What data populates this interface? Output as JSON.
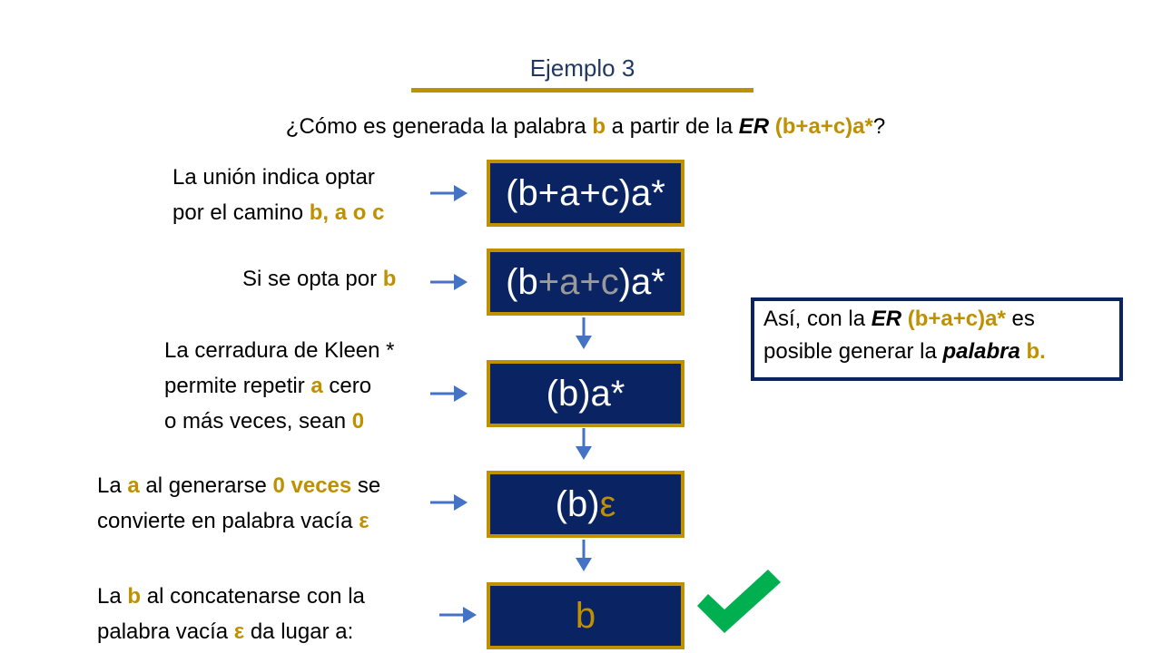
{
  "title": "Ejemplo 3",
  "question": {
    "pre": "¿Cómo es generada la palabra ",
    "word": "b",
    "mid": " a partir de la ",
    "er": "ER",
    "regex": "(b+a+c)a*",
    "end": "?"
  },
  "steps": [
    {
      "desc": {
        "l1": "La unión indica optar",
        "l2a": "por el camino ",
        "l2b": "b, a o c"
      },
      "box": "(b+a+c)a*"
    },
    {
      "desc": {
        "a": "Si se opta por ",
        "b": "b"
      },
      "box": {
        "p1": "(b",
        "p2": "+a+c",
        "p3": ")a*"
      }
    },
    {
      "desc": {
        "l1": "La cerradura de Kleen *",
        "l2a": "permite repetir ",
        "l2b": "a",
        "l2c": " cero",
        "l3a": "o más veces, sean ",
        "l3b": "0"
      },
      "box": "(b)a*"
    },
    {
      "desc": {
        "l1a": "La ",
        "l1b": "a",
        "l1c": " al generarse ",
        "l1d": "0 veces",
        "l1e": " se",
        "l2a": "convierte en palabra vacía ",
        "l2b": "ε"
      },
      "box": {
        "p1": "(b)",
        "p2": "ε"
      }
    },
    {
      "desc": {
        "l1a": "La ",
        "l1b": "b",
        "l1c": " al concatenarse con la",
        "l2a": "palabra vacía ",
        "l2b": "ε",
        "l2c": " da lugar a:"
      },
      "box": "b"
    }
  ],
  "note": {
    "l1a": "Así, con la ",
    "l1b": "ER",
    "l1c": " ",
    "l1d": "(b+a+c)a*",
    "l1e": " es",
    "l2a": "posible generar la ",
    "l2b": "palabra",
    "l2c": " ",
    "l2d": "b."
  },
  "colors": {
    "gold": "#BF9000",
    "navy": "#0A2463",
    "arrow": "#4472C4",
    "check": "#00B050"
  },
  "icons": [
    "arrow-right-icon",
    "arrow-down-icon",
    "checkmark-icon"
  ]
}
